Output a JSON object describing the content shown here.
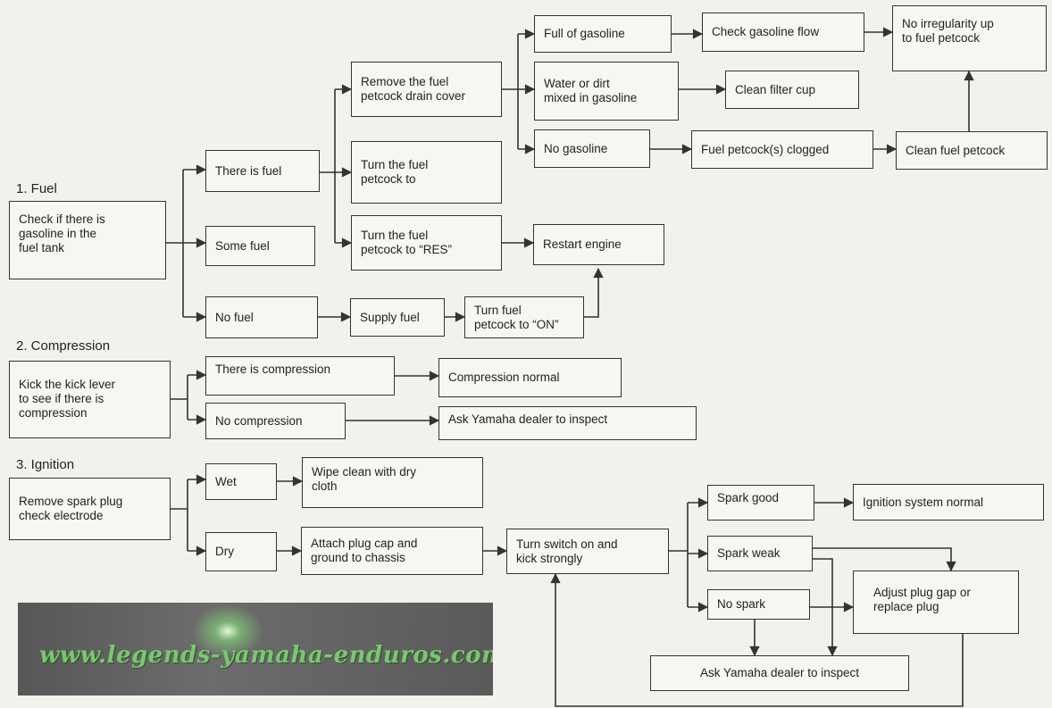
{
  "headings": {
    "fuel": "1.  Fuel",
    "compression": "2.  Compression",
    "ignition": "3.  Ignition"
  },
  "fuel": {
    "check_tank": "Check if there is\ngasoline in the\nfuel tank",
    "there_is_fuel": "There is fuel",
    "some_fuel": "Some fuel",
    "no_fuel": "No fuel",
    "remove_drain_cover": "Remove the fuel\npetcock drain cover",
    "turn_petcock_to": "Turn the fuel\npetcock to",
    "turn_petcock_res": "Turn the fuel\npetcock to “RES”",
    "supply_fuel": "Supply fuel",
    "turn_petcock_on": "Turn fuel\npetcock to “ON”",
    "restart_engine": "Restart engine",
    "full_of_gasoline": "Full of gasoline",
    "water_or_dirt": "Water or dirt\nmixed in gasoline",
    "no_gasoline": "No gasoline",
    "check_gasoline_flow": "Check gasoline flow",
    "clean_filter_cup": "Clean filter cup",
    "petcock_clogged": "Fuel petcock(s) clogged",
    "no_irregularity": "No irregularity up\nto fuel petcock",
    "clean_fuel_petcock": "Clean fuel petcock"
  },
  "compression": {
    "kick_lever": "Kick the kick lever\nto see if there is\ncompression",
    "there_is_compression": "There is compression",
    "no_compression": "No compression",
    "compression_normal": "Compression normal",
    "ask_dealer": "Ask Yamaha dealer to inspect"
  },
  "ignition": {
    "remove_plug": "Remove spark plug\ncheck electrode",
    "wet": "Wet",
    "dry": "Dry",
    "wipe_clean": "Wipe clean with dry\ncloth",
    "attach_plug_cap": "Attach plug cap and\nground to chassis",
    "turn_switch": "Turn switch on and\nkick strongly",
    "spark_good": "Spark good",
    "spark_weak": "Spark weak",
    "no_spark": "No spark",
    "ignition_normal": "Ignition system normal",
    "adjust_plug": "Adjust plug gap or\nreplace plug",
    "ask_dealer": "Ask Yamaha dealer to inspect"
  },
  "watermark": {
    "text": "www.legends-yamaha-enduros.com"
  },
  "colors": {
    "line": "#333333",
    "background": "#f3f1ec",
    "watermark_text": "#78c86e"
  }
}
